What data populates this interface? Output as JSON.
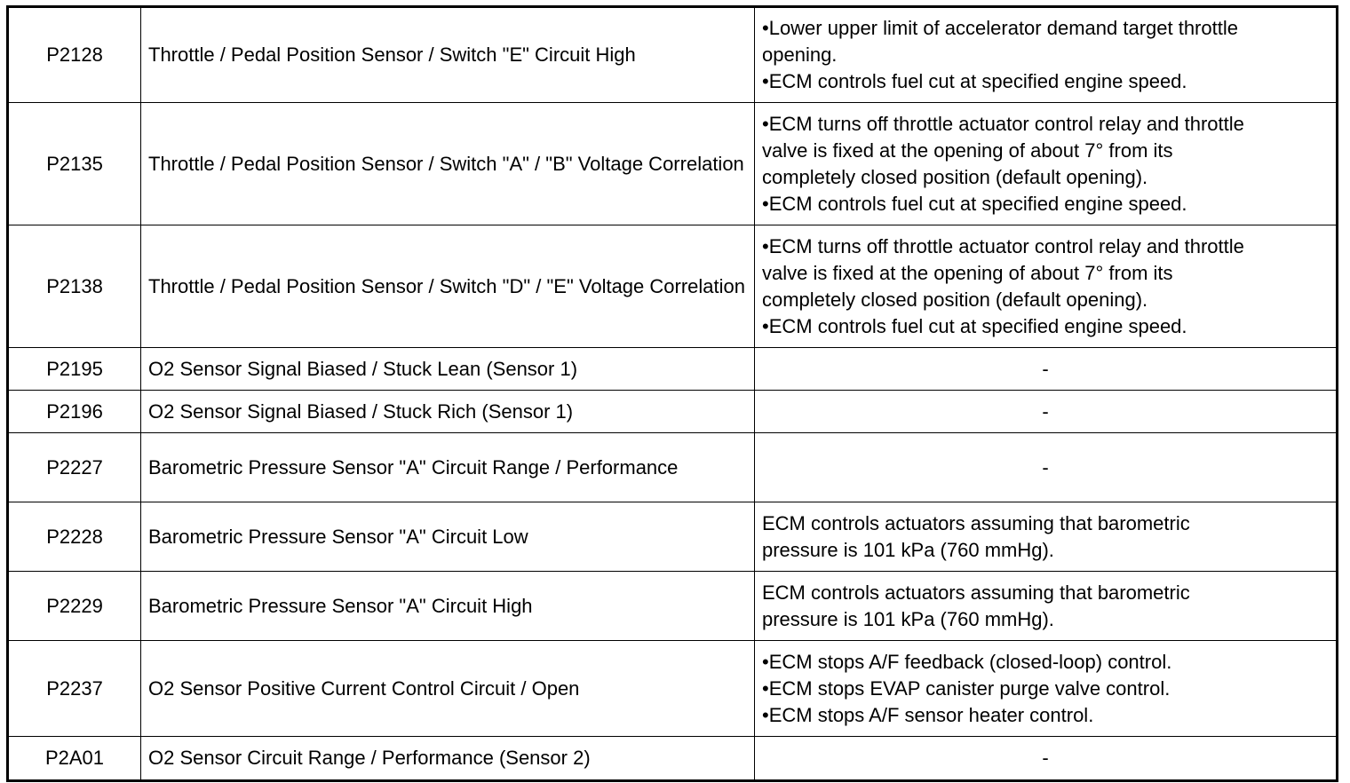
{
  "rows": [
    {
      "code": "P2128",
      "detection": "Throttle / Pedal Position Sensor / Switch \"E\" Circuit High",
      "failsafe": [
        "•Lower upper limit of accelerator demand target throttle",
        "opening.",
        "•ECM controls fuel cut at specified engine speed."
      ]
    },
    {
      "code": "P2135",
      "detection": "Throttle / Pedal Position Sensor / Switch \"A\" / \"B\" Voltage Correlation",
      "failsafe": [
        "•ECM turns off throttle actuator control relay and throttle",
        "valve is fixed at the opening of about 7° from its",
        "completely closed position (default opening).",
        "•ECM controls fuel cut at specified engine speed."
      ]
    },
    {
      "code": "P2138",
      "detection": "Throttle / Pedal Position Sensor / Switch \"D\" / \"E\" Voltage Correlation",
      "failsafe": [
        "•ECM turns off throttle actuator control relay and throttle",
        "valve is fixed at the opening of about 7° from its",
        "completely closed position (default opening).",
        "•ECM controls fuel cut at specified engine speed."
      ]
    },
    {
      "code": "P2195",
      "detection": "O2 Sensor Signal Biased / Stuck Lean (Sensor 1)",
      "failsafe": [
        "-"
      ]
    },
    {
      "code": "P2196",
      "detection": "O2 Sensor Signal Biased / Stuck Rich (Sensor 1)",
      "failsafe": [
        "-"
      ]
    },
    {
      "code": "P2227",
      "detection": "Barometric Pressure Sensor \"A\" Circuit Range / Performance",
      "failsafe": [
        "-"
      ]
    },
    {
      "code": "P2228",
      "detection": "Barometric Pressure Sensor \"A\" Circuit Low",
      "failsafe": [
        "ECM controls actuators assuming that barometric",
        "pressure is 101 kPa (760 mmHg)."
      ]
    },
    {
      "code": "P2229",
      "detection": "Barometric Pressure Sensor \"A\" Circuit High",
      "failsafe": [
        "ECM controls actuators assuming that barometric",
        "pressure is 101 kPa (760 mmHg)."
      ]
    },
    {
      "code": "P2237",
      "detection": "O2 Sensor Positive Current Control Circuit / Open",
      "failsafe": [
        "•ECM stops A/F feedback (closed-loop) control.",
        "•ECM stops EVAP canister purge valve control.",
        "•ECM stops A/F sensor heater control."
      ]
    },
    {
      "code": "P2A01",
      "detection": "O2 Sensor Circuit Range / Performance (Sensor 2)",
      "failsafe": [
        "-"
      ]
    }
  ]
}
